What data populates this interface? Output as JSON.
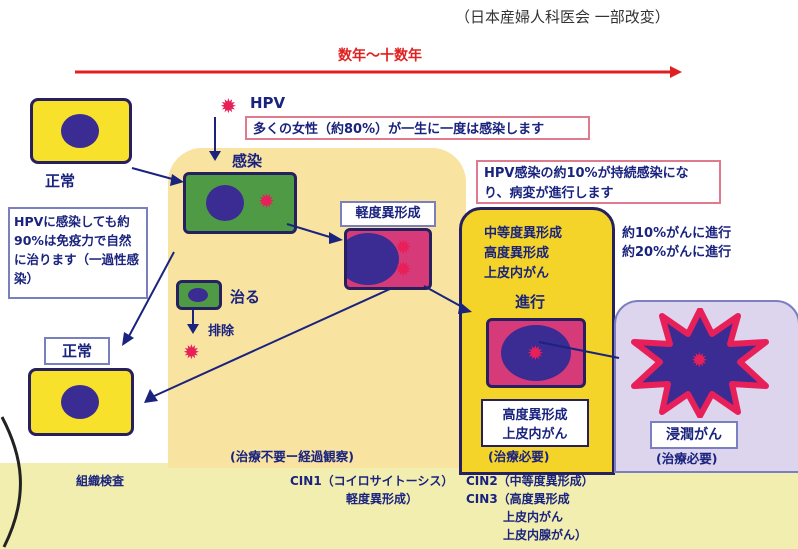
{
  "source": "（日本産婦人科医会 一部改変）",
  "timeline": "数年～十数年",
  "hpv_label": "HPV",
  "infection_note": "多くの女性（約80%）が一生に一度は感染します",
  "normal_top": "正常",
  "infection_label": "感染",
  "immune_note": "HPVに感染しても約90%は免疫力で自然に治ります（一過性感染）",
  "heal_label": "治る",
  "exclude_label": "排除",
  "normal_bottom": "正常",
  "mild_label": "軽度異形成",
  "persistent_note": "HPV感染の約10%が持続感染になり、病変が進行します",
  "moderate_lines": [
    "中等度異形成",
    "高度異形成",
    "上皮内がん"
  ],
  "progress_label": "進行",
  "cancer_progress": [
    "約10%がんに進行",
    "約20%がんに進行"
  ],
  "severe_box": [
    "高度異形成",
    "上皮内がん"
  ],
  "invasive_label": "浸潤がん",
  "no_treatment": "(治療不要ー経過観察)",
  "treatment_needed_1": "(治療必要)",
  "treatment_needed_2": "(治療必要)",
  "bottom": {
    "tissue_exam": "組織検査",
    "cin1_line1": "CIN1（コイロサイトーシス）",
    "cin1_line2": "軽度異形成）",
    "cin2": "CIN2（中等度異形成）",
    "cin3_lines": [
      "CIN3（高度異形成",
      "上皮内がん",
      "上皮内腺がん）"
    ]
  },
  "colors": {
    "panel": "#f8e3a1",
    "normal_cell": "#f7e12a",
    "nucleus": "#3a2c92",
    "infected_cell": "#4f9b45",
    "abnormal_cell": "#d63a78",
    "virus": "#e8205a",
    "timeline_arrow": "#e02020",
    "text": "#1a237e"
  }
}
